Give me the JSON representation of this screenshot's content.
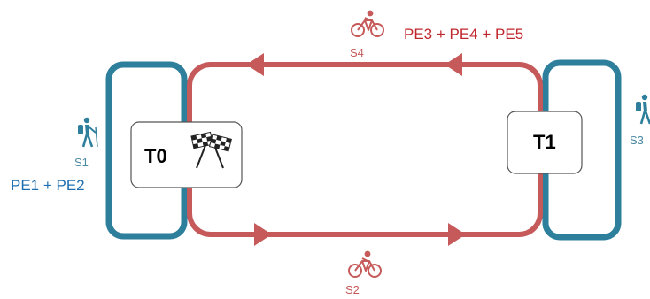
{
  "colors": {
    "run_loop": "#2e7f9b",
    "bike_loop": "#c65a5a",
    "run_text": "#1f6fb0",
    "bike_text": "#c0272d",
    "segment_text": "#4a8aa2",
    "bike_segment_text": "#c65a5a"
  },
  "transitions": {
    "t0": {
      "label": "T0",
      "icon": "checkered-flags-icon"
    },
    "t1": {
      "label": "T1"
    }
  },
  "segments": {
    "s1": {
      "label": "S1",
      "icon": "hiker-icon"
    },
    "s2": {
      "label": "S2",
      "icon": "bicycle-icon"
    },
    "s3": {
      "label": "S3",
      "icon": "hiker-icon"
    },
    "s4": {
      "label": "S4",
      "icon": "bicycle-icon"
    }
  },
  "stages": {
    "run_group": "PE1 + PE2",
    "bike_group": "PE3 + PE4 + PE5"
  }
}
